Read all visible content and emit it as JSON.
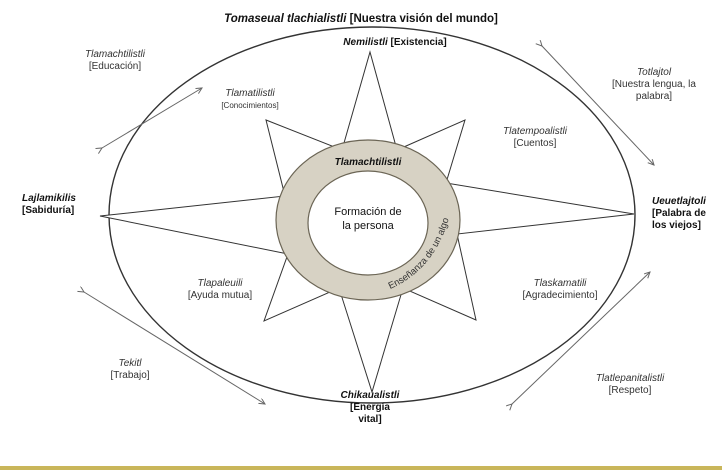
{
  "title": {
    "italic": "Tomaseual tlachialistli",
    "rest": "[Nuestra visión del mundo]"
  },
  "center": {
    "line1": "Formación de",
    "line2": "la persona"
  },
  "ring": {
    "top_label": "Tlamachtilistli",
    "side_label": "Enseñanza de un algo"
  },
  "cardinals": {
    "north": {
      "name": "Nemilistli",
      "meaning": "[Existencia]"
    },
    "west": {
      "name": "Lajlamikilis",
      "meaning": "[Sabiduría]"
    },
    "east": {
      "name": "Ueuetlajtoli",
      "meaning_line1": "[Palabra de",
      "meaning_line2": "los viejos]"
    },
    "south": {
      "name": "Chikaualistli",
      "meaning_line1": "[Energía",
      "meaning_line2": "vital]"
    }
  },
  "inner": {
    "nw": {
      "name": "Tlamatilistli",
      "meaning": "[Conocimientos]"
    },
    "ne": {
      "name": "Tlatempoalistli",
      "meaning": "[Cuentos]"
    },
    "sw": {
      "name": "Tlapaleuili",
      "meaning": "[Ayuda mutua]"
    },
    "se": {
      "name": "Tlaskamatili",
      "meaning": "[Agradecimiento]"
    }
  },
  "outer": {
    "nw": {
      "name": "Tlamachtilistli",
      "meaning": "[Educación]"
    },
    "ne": {
      "name": "Totlajtol",
      "meaning_line1": "[Nuestra lengua, la",
      "meaning_line2": "palabra]"
    },
    "sw": {
      "name": "Tekitl",
      "meaning": "[Trabajo]"
    },
    "se": {
      "name": "Tlatlepanitalistli",
      "meaning": "[Respeto]"
    }
  },
  "colors": {
    "ring_fill": "#d7d2c4",
    "ring_stroke": "#6b6555",
    "line": "#333333",
    "arrow": "#666666",
    "band": "#c9b65a"
  }
}
